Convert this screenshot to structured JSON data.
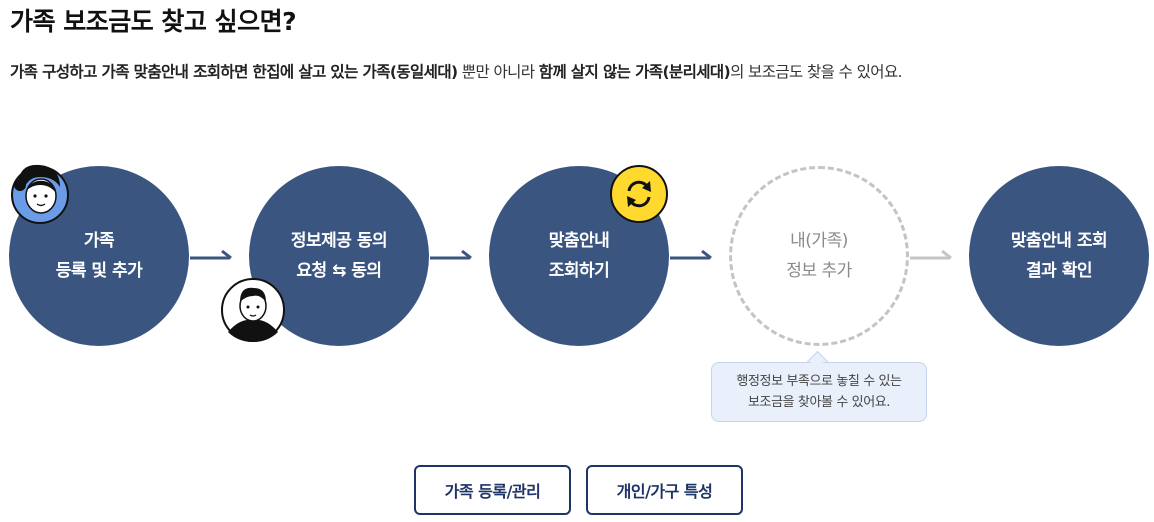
{
  "header": {
    "title": "가족 보조금도 찾고 싶으면?",
    "desc_1": "가족 구성하고 가족 맞춤안내 조회하면 한집에 살고 있는 가족(동일세대)",
    "desc_2": " 뿐만 아니라 ",
    "desc_3": "함께 살지 않는 가족(분리세대)",
    "desc_4": "의 보조금도 찾을 수 있어요."
  },
  "steps": [
    {
      "line1": "가족",
      "line2": "등록 및 추가"
    },
    {
      "line1": "정보제공 동의",
      "line2": "요청 ⇆ 동의"
    },
    {
      "line1": "맞춤안내",
      "line2": "조회하기"
    },
    {
      "line1": "내(가족)",
      "line2": "정보 추가"
    },
    {
      "line1": "맞춤안내 조회",
      "line2": "결과 확인"
    }
  ],
  "tooltip": {
    "line1": "행정정보 부족으로 놓칠 수 있는",
    "line2": "보조금을 찾아볼 수 있어요."
  },
  "buttons": {
    "family_manage": "가족 등록/관리",
    "personal_traits": "개인/가구 특성"
  },
  "colors": {
    "step_fill": "#3a5580",
    "arrow": "#3a5580",
    "arrow_inactive": "#c4c4c4",
    "button_border": "#1f3466",
    "badge_yellow": "#ffd92e",
    "avatar_blue": "#6a9ce8"
  }
}
